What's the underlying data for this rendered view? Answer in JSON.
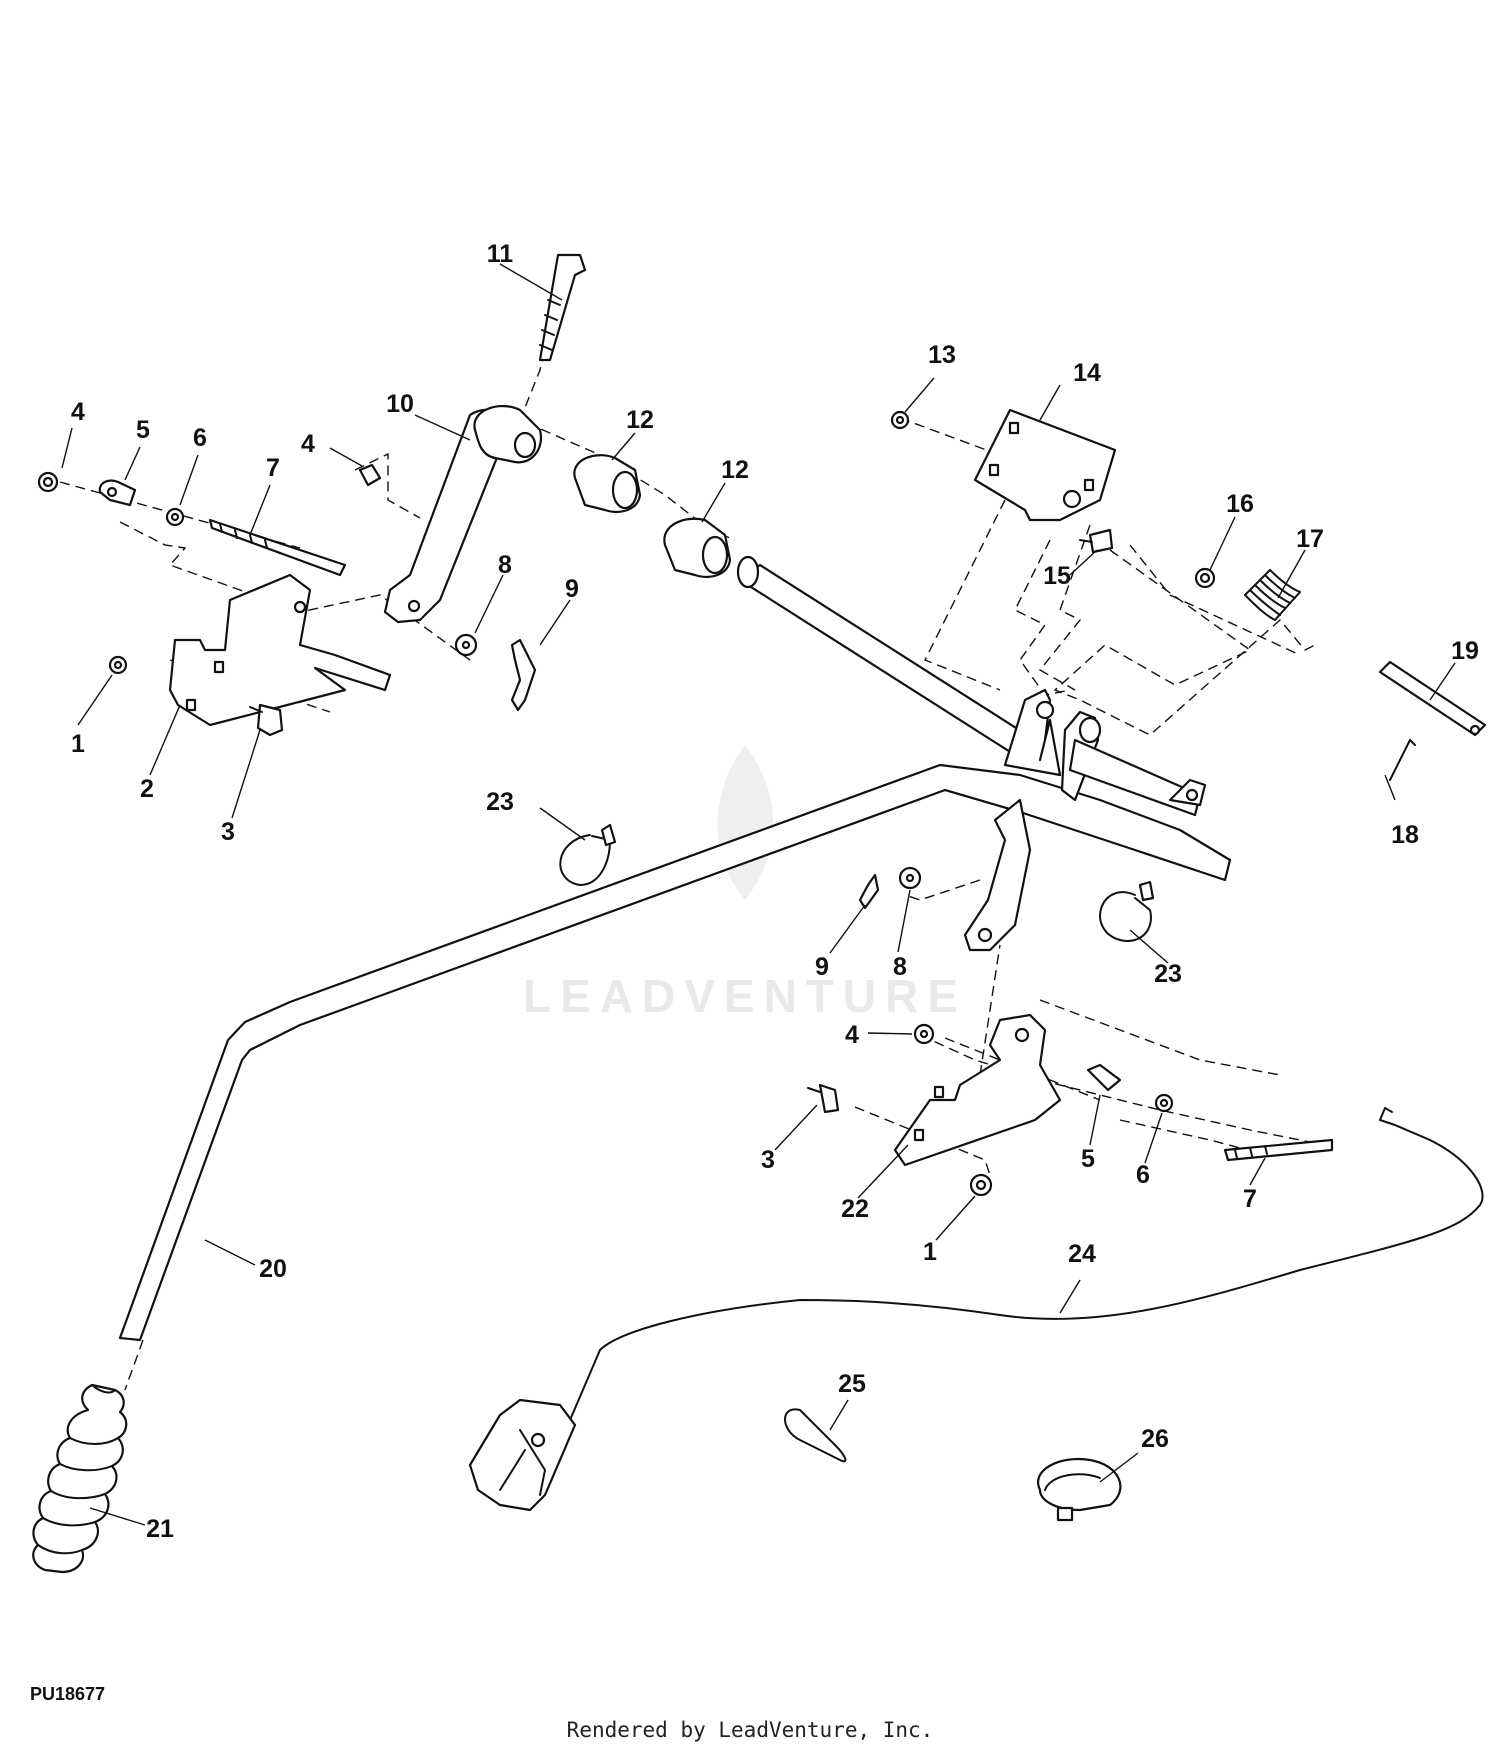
{
  "figure_id": "PU18677",
  "credit": "Rendered by LeadVenture, Inc.",
  "watermark": "LEADVENTURE",
  "callouts": {
    "c1a": "1",
    "c1b": "1",
    "c2": "2",
    "c3a": "3",
    "c3b": "3",
    "c4a": "4",
    "c4b": "4",
    "c4c": "4",
    "c5a": "5",
    "c5b": "5",
    "c6a": "6",
    "c6b": "6",
    "c7a": "7",
    "c7b": "7",
    "c8a": "8",
    "c8b": "8",
    "c9a": "9",
    "c9b": "9",
    "c10": "10",
    "c11": "11",
    "c12a": "12",
    "c12b": "12",
    "c13": "13",
    "c14": "14",
    "c15": "15",
    "c16": "16",
    "c17": "17",
    "c18": "18",
    "c19": "19",
    "c20": "20",
    "c21": "21",
    "c22": "22",
    "c23a": "23",
    "c23b": "23",
    "c24": "24",
    "c25": "25",
    "c26": "26"
  }
}
